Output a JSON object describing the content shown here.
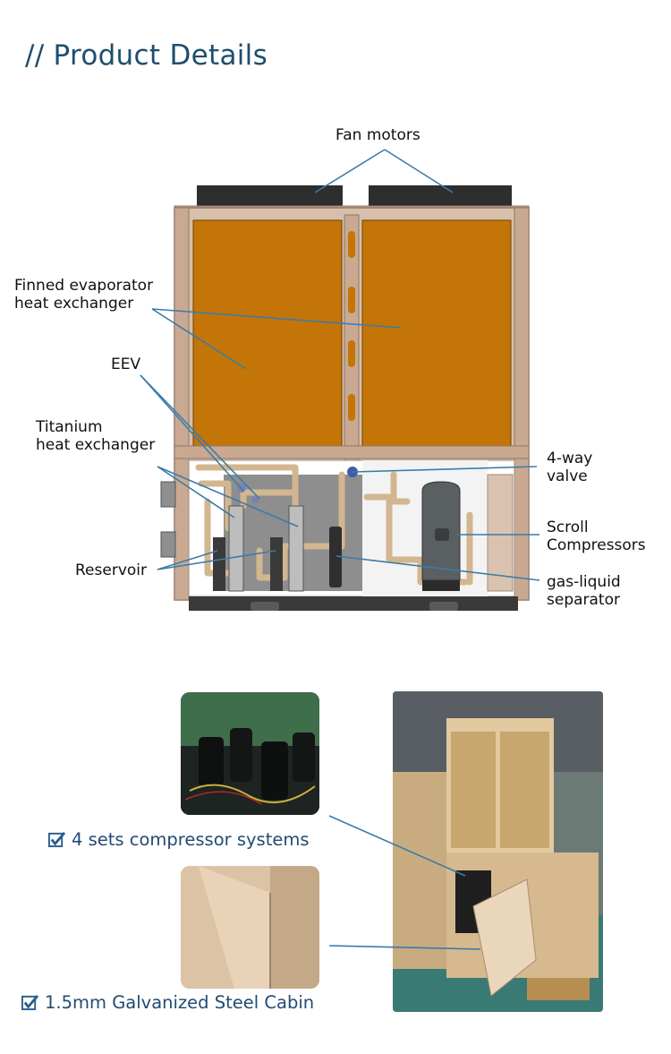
{
  "header": {
    "slashes": "//",
    "title": "Product Details"
  },
  "diagram": {
    "labels": {
      "fan_motors": "Fan motors",
      "finned_line1": "Finned evaporator",
      "finned_line2": "heat exchanger",
      "eev": "EEV",
      "titanium_line1": "Titanium",
      "titanium_line2": "heat exchanger",
      "reservoir": "Reservoir",
      "valve_line1": "4-way",
      "valve_line2": "valve",
      "scroll_line1": "Scroll",
      "scroll_line2": "Compressors",
      "gas_line1": "gas-liquid",
      "gas_line2": "separator"
    },
    "colors": {
      "frame": "#c9a992",
      "coil": "#c47508",
      "leader": "#3b7ca8",
      "fan": "#303030"
    }
  },
  "features": {
    "compressor_caption": "4 sets compressor systems",
    "cabin_caption": "1.5mm Galvanized Steel Cabin",
    "check_icon_color": "#2a5d8c",
    "leader_color": "#3b7ca8"
  }
}
